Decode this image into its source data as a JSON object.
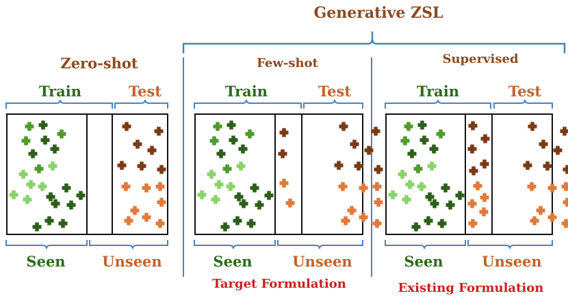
{
  "colors": {
    "train_title": "#2e6a1e",
    "test_title": "#c0642d",
    "panel_title": "#8a4a22",
    "brace": "#4a82c0",
    "red_caption": "#cc1d1d",
    "seen_dark": "#2e5e1b",
    "seen_mid": "#4f9a2f",
    "seen_light": "#8ad36b",
    "unseen_brown": "#7a3a16",
    "unseen_orange": "#e07a3a"
  },
  "top_title": "Generative ZSL",
  "panels": [
    {
      "title": "Zero-shot",
      "train_label": "Train",
      "test_label": "Test",
      "seen_label": "Seen",
      "unseen_label": "Unseen",
      "caption": ""
    },
    {
      "title": "Few-shot",
      "train_label": "Train",
      "test_label": "Test",
      "seen_label": "Seen",
      "unseen_label": "Unseen",
      "caption": "Target Formulation"
    },
    {
      "title": "Supervised",
      "train_label": "Train",
      "test_label": "Test",
      "seen_label": "Seen",
      "unseen_label": "Unseen",
      "caption": "Existing Formulation"
    }
  ]
}
